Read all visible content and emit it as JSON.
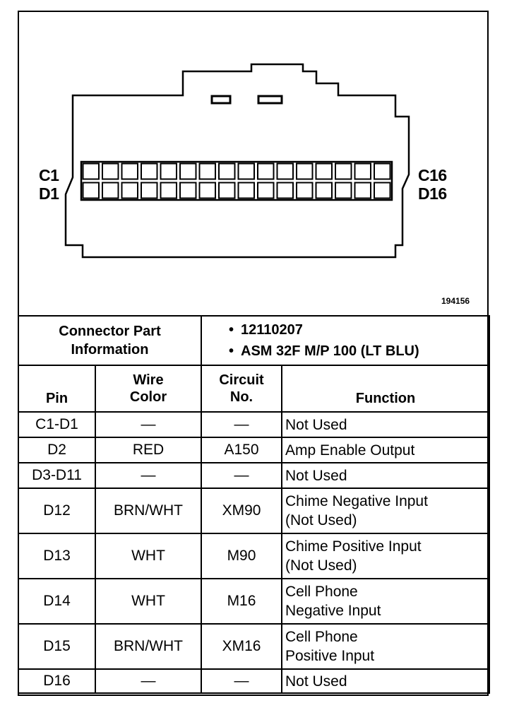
{
  "figure": {
    "id": "194156",
    "left_labels": [
      "C1",
      "D1"
    ],
    "right_labels": [
      "C16",
      "D16"
    ]
  },
  "info": {
    "label": [
      "Connector Part",
      "Information"
    ],
    "items": [
      "12110207",
      "ASM 32F M/P 100 (LT BLU)"
    ]
  },
  "table": {
    "headers": {
      "pin": "Pin",
      "wire_color": [
        "Wire",
        "Color"
      ],
      "circuit": [
        "Circuit",
        "No."
      ],
      "function": "Function"
    },
    "rows": [
      {
        "pin": "C1-D1",
        "color": "—",
        "circuit": "—",
        "function": [
          "Not Used"
        ]
      },
      {
        "pin": "D2",
        "color": "RED",
        "circuit": "A150",
        "function": [
          "Amp Enable Output"
        ]
      },
      {
        "pin": "D3-D11",
        "color": "—",
        "circuit": "—",
        "function": [
          "Not Used"
        ]
      },
      {
        "pin": "D12",
        "color": "BRN/WHT",
        "circuit": "XM90",
        "function": [
          "Chime Negative Input",
          "(Not Used)"
        ]
      },
      {
        "pin": "D13",
        "color": "WHT",
        "circuit": "M90",
        "function": [
          "Chime Positive Input",
          "(Not Used)"
        ]
      },
      {
        "pin": "D14",
        "color": "WHT",
        "circuit": "M16",
        "function": [
          "Cell Phone",
          "Negative Input"
        ]
      },
      {
        "pin": "D15",
        "color": "BRN/WHT",
        "circuit": "XM16",
        "function": [
          "Cell Phone",
          "Positive Input"
        ]
      },
      {
        "pin": "D16",
        "color": "—",
        "circuit": "—",
        "function": [
          "Not Used"
        ]
      }
    ]
  }
}
